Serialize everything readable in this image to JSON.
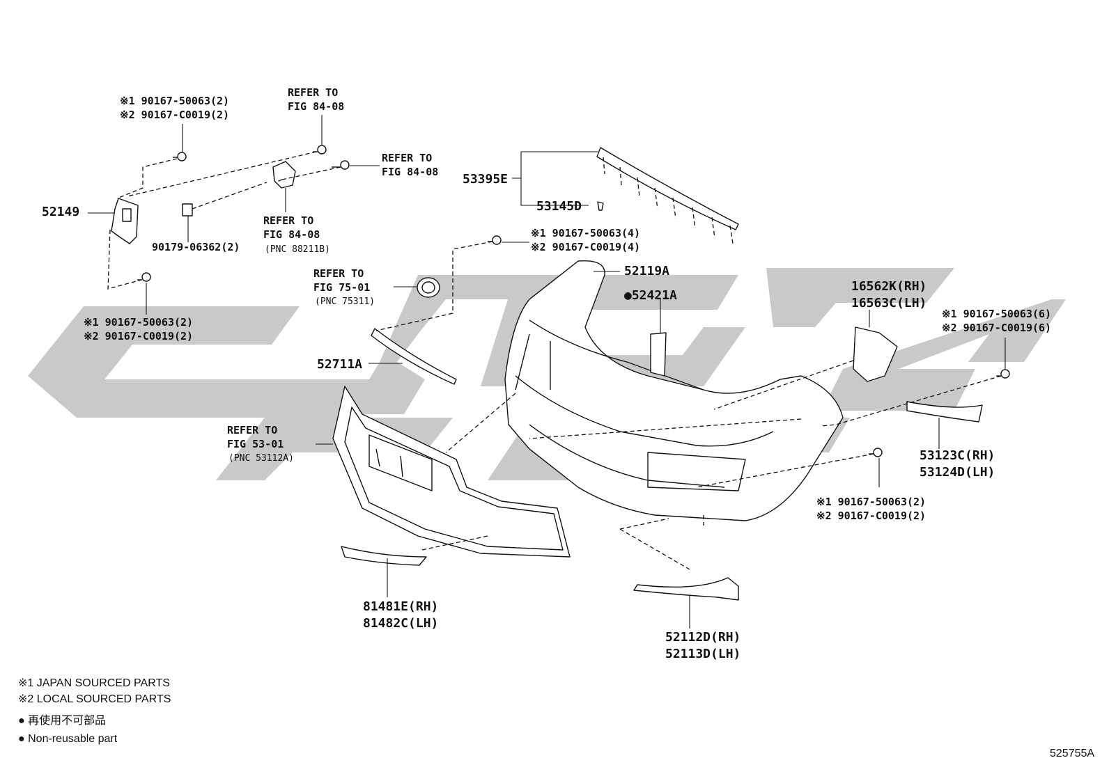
{
  "labels": {
    "bolt_52149_top_1": "※1 90167-50063(2)",
    "bolt_52149_top_2": "※2 90167-C0019(2)",
    "refer_84_08_top_1": "REFER TO",
    "refer_84_08_top_2": "FIG 84-08",
    "refer_84_08_right_1": "REFER TO",
    "refer_84_08_right_2": "FIG 84-08",
    "part_53395E": "53395E",
    "part_53145D": "53145D",
    "part_52149": "52149",
    "part_90179": "90179-06362(2)",
    "refer_84_08_mid_1": "REFER TO",
    "refer_84_08_mid_2": "FIG 84-08",
    "pnc_88211B": "(PNC 88211B)",
    "bolt_mid_1": "※1 90167-50063(4)",
    "bolt_mid_2": "※2 90167-C0019(4)",
    "refer_75_01_1": "REFER TO",
    "refer_75_01_2": "FIG 75-01",
    "pnc_75311": "(PNC 75311)",
    "part_52119A": "52119A",
    "part_52421A": "●52421A",
    "part_16562K": "16562K(RH)",
    "part_16563C": "16563C(LH)",
    "bolt_52149_bot_1": "※1 90167-50063(2)",
    "bolt_52149_bot_2": "※2 90167-C0019(2)",
    "bolt_right_1": "※1 90167-50063(6)",
    "bolt_right_2": "※2 90167-C0019(6)",
    "part_52711A": "52711A",
    "refer_53_01_1": "REFER TO",
    "refer_53_01_2": "FIG 53-01",
    "pnc_53112A": "(PNC 53112A)",
    "part_53123C": "53123C(RH)",
    "part_53124D": "53124D(LH)",
    "bolt_lower_1": "※1 90167-50063(2)",
    "bolt_lower_2": "※2 90167-C0019(2)",
    "part_81481E": "81481E(RH)",
    "part_81482C": "81482C(LH)",
    "part_52112D": "52112D(RH)",
    "part_52113D": "52113D(LH)"
  },
  "legend": {
    "japan": "※1 JAPAN SOURCED PARTS",
    "local": "※2 LOCAL SOURCED PARTS",
    "nonreuse_jp": "● 再使用不可部品",
    "nonreuse_en": "● Non-reusable part"
  },
  "figure_id": "525755A"
}
